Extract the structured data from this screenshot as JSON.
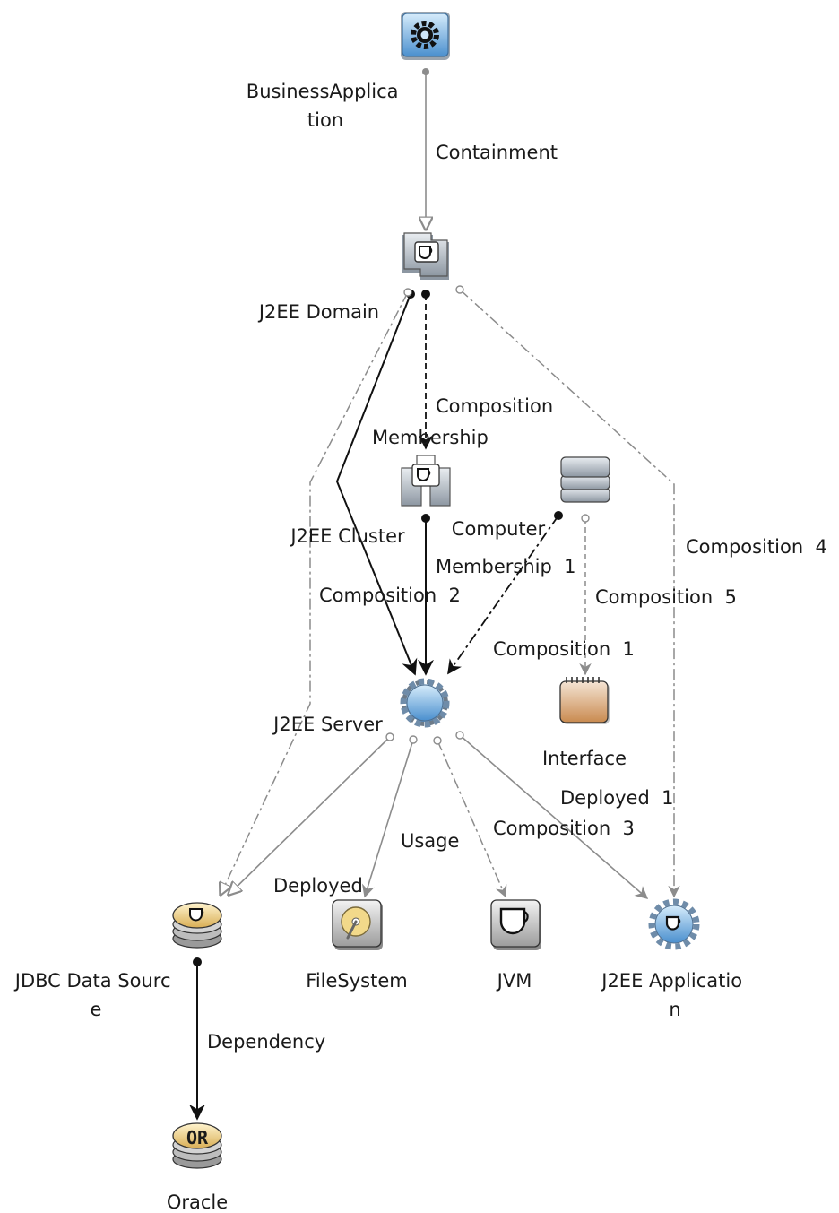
{
  "nodes": {
    "business_app": {
      "label_lines": [
        "BusinessApplica",
        "tion"
      ],
      "icon": "gear-icon"
    },
    "j2ee_domain": {
      "label_lines": [
        "J2EE Domain"
      ],
      "icon": "j2ee-domain-icon"
    },
    "j2ee_cluster": {
      "label_lines": [
        "J2EE Cluster"
      ],
      "icon": "j2ee-cluster-icon"
    },
    "computer": {
      "label_lines": [
        "Computer"
      ],
      "icon": "computer-stack-icon"
    },
    "j2ee_server": {
      "label_lines": [
        "J2EE Server"
      ],
      "icon": "server-gear-icon"
    },
    "interface": {
      "label_lines": [
        "Interface"
      ],
      "icon": "interface-card-icon"
    },
    "jdbc": {
      "label_lines": [
        "JDBC Data Sourc",
        "e"
      ],
      "icon": "jdbc-database-icon"
    },
    "filesystem": {
      "label_lines": [
        "FileSystem"
      ],
      "icon": "disk-drive-icon"
    },
    "jvm": {
      "label_lines": [
        "JVM"
      ],
      "icon": "jvm-cup-icon"
    },
    "j2ee_app": {
      "label_lines": [
        "J2EE Applicatio",
        "n"
      ],
      "icon": "application-gear-icon"
    },
    "oracle": {
      "label_lines": [
        "Oracle"
      ],
      "icon": "oracle-database-icon",
      "badge": "OR"
    }
  },
  "edges": {
    "containment": "Containment",
    "composition_membership_1": "Composition",
    "composition_membership_2": "Membership",
    "composition_2": "Composition  2",
    "membership_1": "Membership  1",
    "composition_4": "Composition  4",
    "composition_5": "Composition  5",
    "composition_1": "Composition  1",
    "deployed_1": "Deployed  1",
    "composition_3": "Composition  3",
    "usage": "Usage",
    "deployed": "Deployed",
    "dependency": "Dependency"
  },
  "colors": {
    "solid_edge": "#111111",
    "gray_edge": "#8c8c8c",
    "icon_blue": "#5aa0da",
    "icon_gold": "#e8c77a",
    "icon_orange": "#dba472",
    "icon_gray": "#9aa4ae"
  }
}
